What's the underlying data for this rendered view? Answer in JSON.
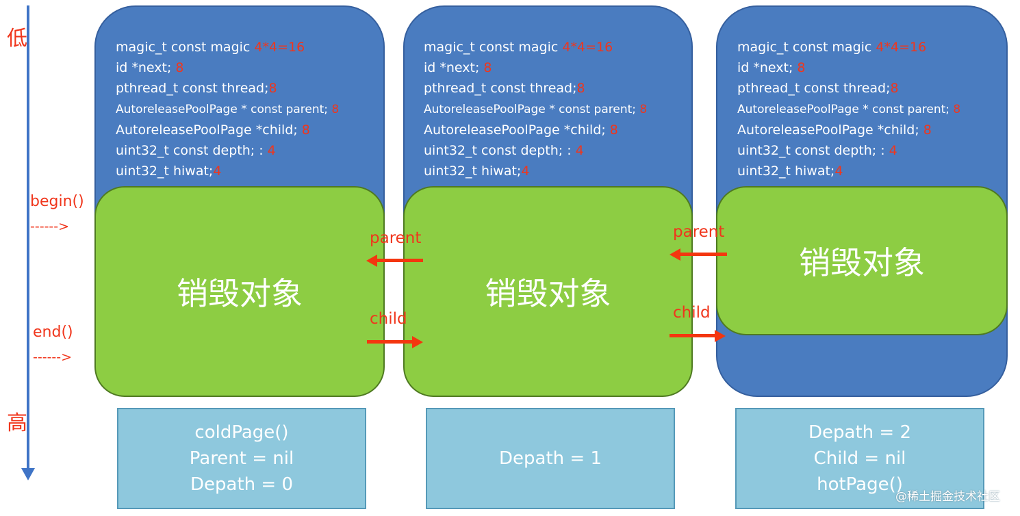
{
  "axis": {
    "low_label": "低",
    "high_label": "高",
    "begin_label": "begin()",
    "begin_arrow": "------>",
    "end_label": "end()",
    "end_arrow": "------>"
  },
  "page_fields": [
    {
      "name": "magic_t const magic",
      "value": "4*4=16"
    },
    {
      "name": "id *next;",
      "value": "8"
    },
    {
      "name": "pthread_t const thread;",
      "value": "8"
    },
    {
      "name": "AutoreleasePoolPage * const parent;",
      "value": "8"
    },
    {
      "name": "AutoreleasePoolPage *child;",
      "value": "8"
    },
    {
      "name": "uint32_t const depth; :",
      "value": "4"
    },
    {
      "name": "uint32_t hiwat;",
      "value": "4"
    }
  ],
  "object_label": "销毁对象",
  "link_labels": {
    "parent": "parent",
    "child": "child"
  },
  "info_boxes": [
    {
      "lines": [
        "coldPage()",
        "Parent = nil",
        "Depath = 0"
      ]
    },
    {
      "lines": [
        "Depath = 1"
      ]
    },
    {
      "lines": [
        "Depath = 2",
        "Child = nil",
        "hotPage()"
      ]
    }
  ],
  "watermark": "@稀土掘金技术社区",
  "colors": {
    "page_blue": "#4a7cc0",
    "object_green": "#8dcd43",
    "info_blue": "#8ec8dd",
    "accent_red": "#f0361c",
    "axis_blue": "#3f74c6"
  }
}
